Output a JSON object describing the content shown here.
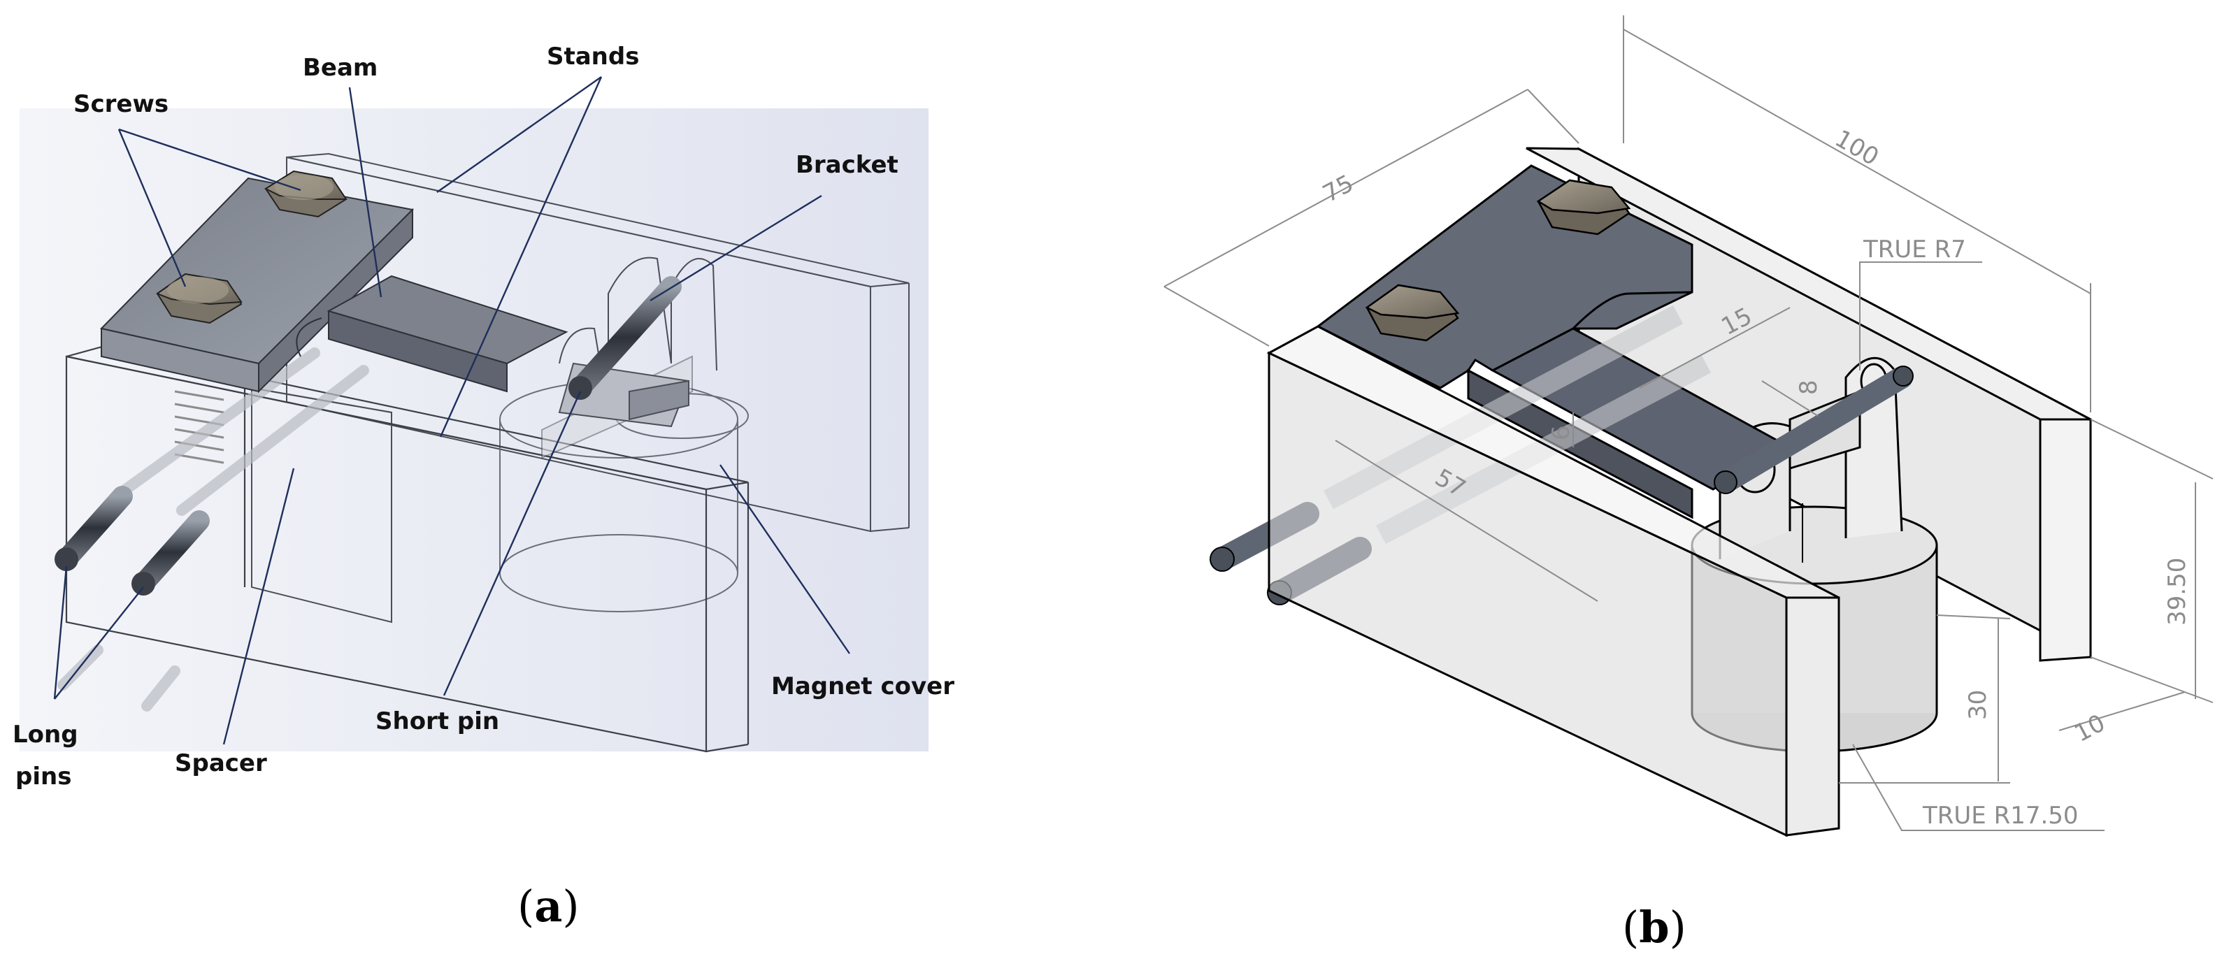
{
  "panel_a": {
    "caption_open": "(",
    "caption_letter": "a",
    "caption_close": ")",
    "labels": {
      "screws": "Screws",
      "beam": "Beam",
      "stands": "Stands",
      "bracket": "Bracket",
      "magnet_cover": "Magnet cover",
      "short_pin": "Short pin",
      "long_pins_line1": "Long",
      "long_pins_line2": "pins",
      "spacer": "Spacer"
    }
  },
  "panel_b": {
    "caption_open": "(",
    "caption_letter": "b",
    "caption_close": ")",
    "dimensions": {
      "d75": "75",
      "d100": "100",
      "true_r7": "TRUE R7",
      "d15": "15",
      "d8": "8",
      "d6": "6",
      "d57": "57",
      "d39_50": "39.50",
      "d30": "30",
      "d10": "10",
      "true_r17_50": "TRUE R17.50"
    }
  },
  "colors": {
    "label_line": "#1f2f5c",
    "dimension": "#8c8c8c",
    "steel_dark": "#5f6673",
    "screw_head": "#8a8478",
    "transparent_body": "#e6e6e6"
  }
}
